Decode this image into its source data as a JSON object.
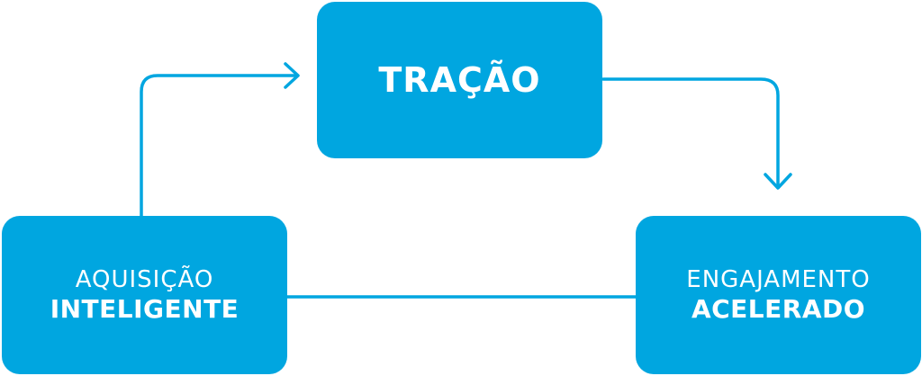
{
  "colors": {
    "box_fill": "#00a6e0",
    "connector": "#00a6e0",
    "text": "#ffffff"
  },
  "nodes": {
    "tracao": {
      "label": "TRAÇÃO"
    },
    "aquisicao": {
      "line1": "AQUISIÇÃO",
      "line2": "INTELIGENTE"
    },
    "engajamento": {
      "line1": "ENGAJAMENTO",
      "line2": "ACELERADO"
    }
  },
  "edges": [
    {
      "from": "aquisicao",
      "to": "tracao",
      "arrow": true
    },
    {
      "from": "tracao",
      "to": "engajamento",
      "arrow": true
    },
    {
      "from": "engajamento",
      "to": "aquisicao",
      "arrow": false
    }
  ]
}
